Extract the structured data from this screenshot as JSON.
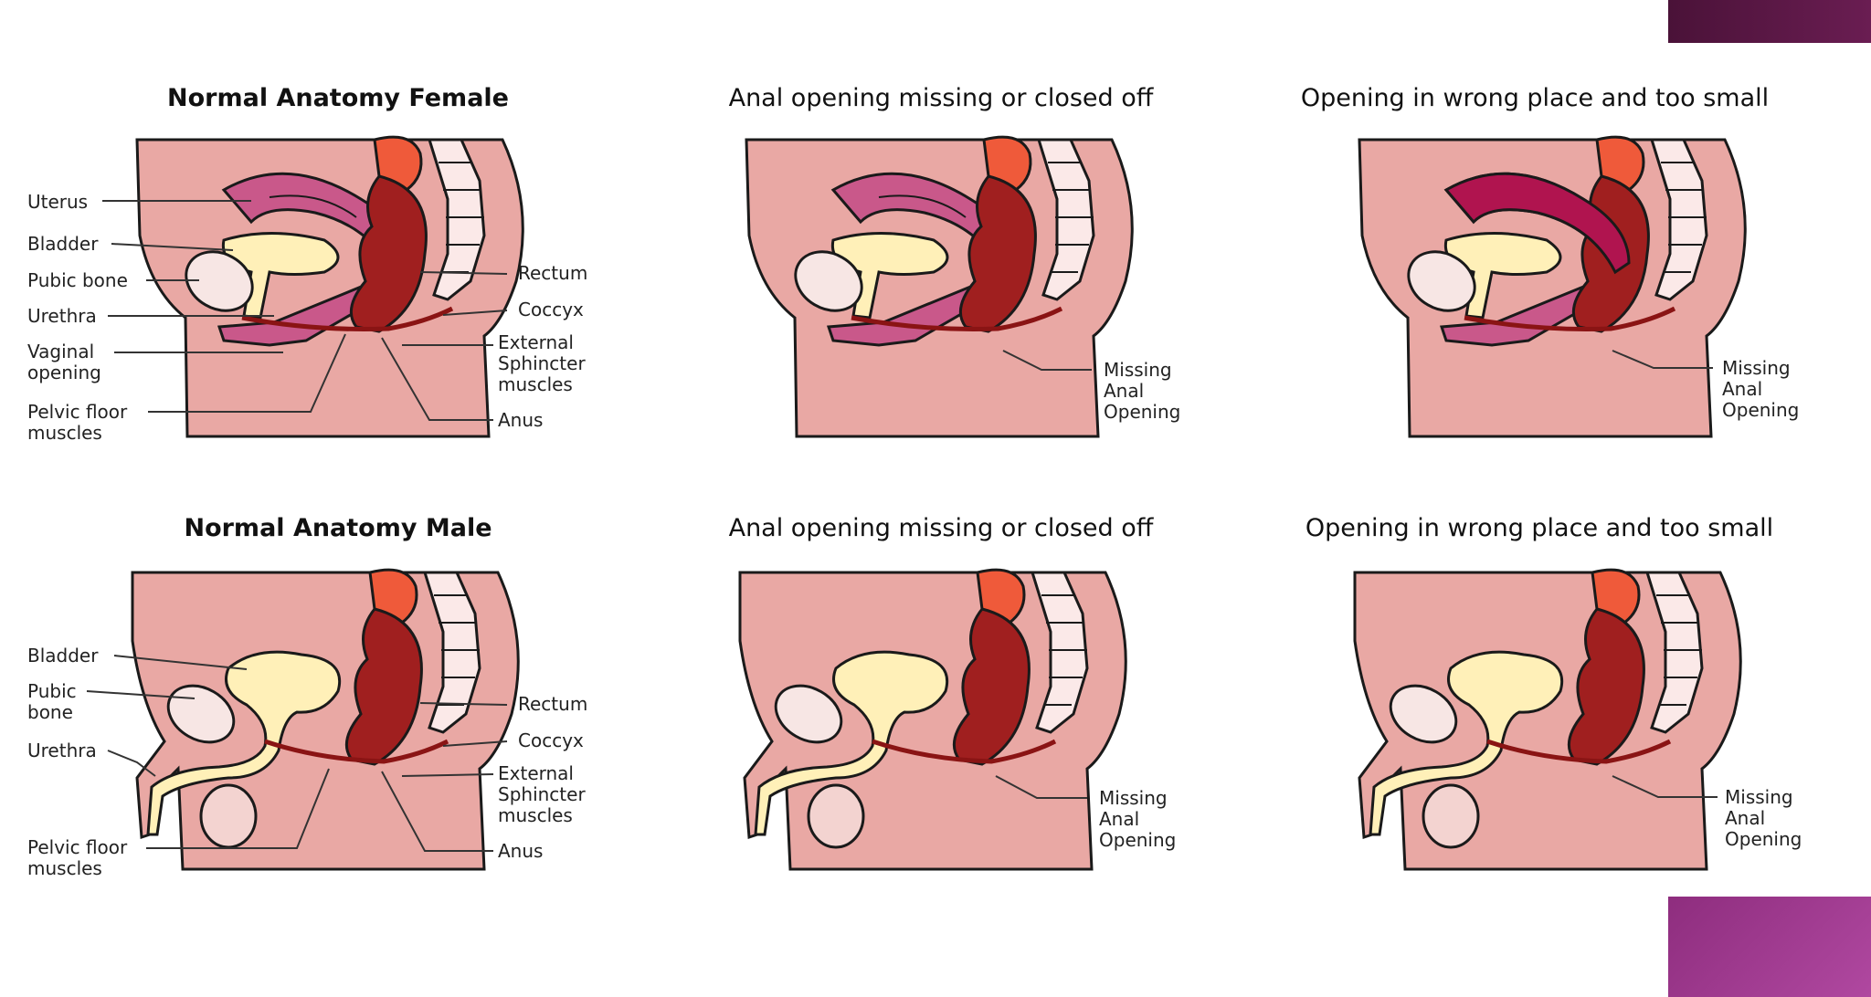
{
  "titles": {
    "female_normal": "Normal Anatomy Female",
    "female_missing": "Anal opening missing or closed off",
    "female_wrong": "Opening in wrong place and too small",
    "male_normal": "Normal Anatomy Male",
    "male_missing": "Anal opening missing or closed off",
    "male_wrong": "Opening in wrong place and too small"
  },
  "labels": {
    "uterus": "Uterus",
    "bladder": "Bladder",
    "pubic_bone": "Pubic bone",
    "pubic": "Pubic",
    "bone": "bone",
    "urethra": "Urethra",
    "vaginal": "Vaginal",
    "opening": "opening",
    "pelvic_floor": "Pelvic floor",
    "muscles": "muscles",
    "rectum": "Rectum",
    "coccyx": "Coccyx",
    "external": "External",
    "sphincter": "Sphincter",
    "anus": "Anus",
    "missing": "Missing",
    "anal": "Anal",
    "opening_cap": "Opening"
  },
  "colors": {
    "skin": "#e9a8a4",
    "outline": "#1a1a1a",
    "uterus": "#c9588a",
    "uterus_dark": "#b0144f",
    "bladder": "#fff0b8",
    "pubic_bone": "#f7e6e4",
    "rectum": "#a01f1f",
    "rectum_top": "#ef5a3a",
    "spine": "#fbe9e8",
    "muscle": "#8a1414",
    "accent_dark": "#4a1238",
    "accent_light": "#b048a0"
  }
}
